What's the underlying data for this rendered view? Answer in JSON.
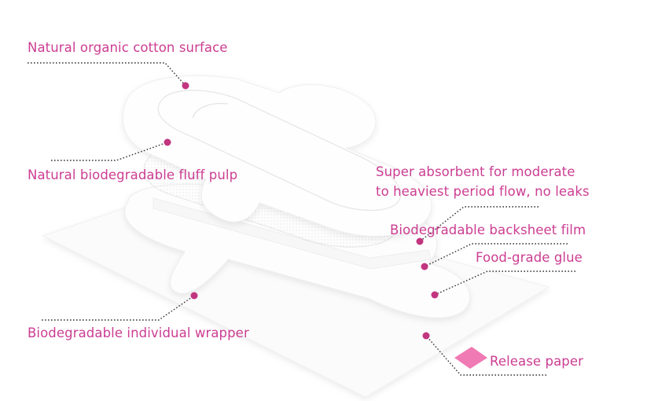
{
  "labels": {
    "cotton_surface": "Natural organic cotton surface",
    "fluff_pulp": "Natural biodegradable fluff pulp",
    "absorbent_line1": "Super absorbent for moderate",
    "absorbent_line2": "to heaviest period flow, no leaks",
    "backsheet": "Biodegradable backsheet film",
    "glue": "Food-grade glue",
    "wrapper": "Biodegradable individual wrapper",
    "release_paper": "Release paper"
  },
  "colors": {
    "label_text": "#cc3d92",
    "marker_dot": "#c2357f",
    "release_paper_swatch": "#f07ab4",
    "leader_line": "#333333"
  }
}
